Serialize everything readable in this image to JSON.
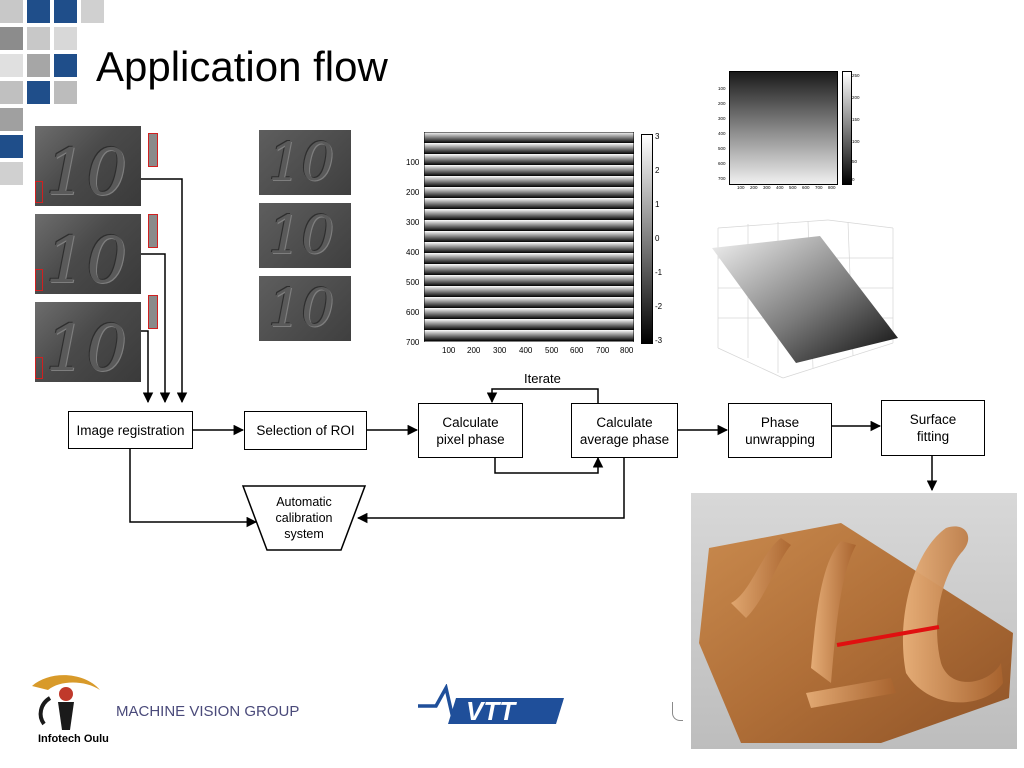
{
  "slide": {
    "title": "Application flow"
  },
  "flow": {
    "iterate_label": "Iterate",
    "nodes": {
      "image_registration": "Image registration",
      "selection_of_roi": "Selection of ROI",
      "calculate_pixel_phase": [
        "Calculate",
        "pixel phase"
      ],
      "calculate_average_phase": [
        "Calculate",
        "average phase"
      ],
      "phase_unwrapping": [
        "Phase",
        "unwrapping"
      ],
      "surface_fitting": [
        "Surface",
        "fitting"
      ],
      "automatic_calibration_system": [
        "Automatic",
        "calibration",
        "system"
      ]
    }
  },
  "phase_map": {
    "y_ticks": [
      "100",
      "200",
      "300",
      "400",
      "500",
      "600",
      "700"
    ],
    "x_ticks": [
      "100",
      "200",
      "300",
      "400",
      "500",
      "600",
      "700",
      "800"
    ],
    "colorbar_ticks": [
      "3",
      "2",
      "1",
      "0",
      "-1",
      "-2",
      "-3"
    ],
    "colormap": "gray"
  },
  "unwrapped_map": {
    "y_ticks": [
      "100",
      "200",
      "300",
      "400",
      "500",
      "600",
      "700"
    ],
    "x_ticks": [
      "100",
      "200",
      "300",
      "400",
      "500",
      "600",
      "700",
      "800"
    ],
    "colorbar_ticks": [
      "250",
      "200",
      "150",
      "100",
      "50",
      "0"
    ],
    "colormap": "gray"
  },
  "footer": {
    "group_name": "MACHINE VISION GROUP",
    "org_name": "Infotech Oulu",
    "partner_logo_text": "VTT"
  },
  "colors": {
    "accent_blue": "#1f4e8a",
    "gray_squares": "#a6a6a6",
    "marker_red": "#d02020",
    "surface_copper": "#b8763e",
    "profile_line": "#e01010",
    "footer_text": "#4a4a7a",
    "vtt_blue": "#1f4f9a"
  }
}
